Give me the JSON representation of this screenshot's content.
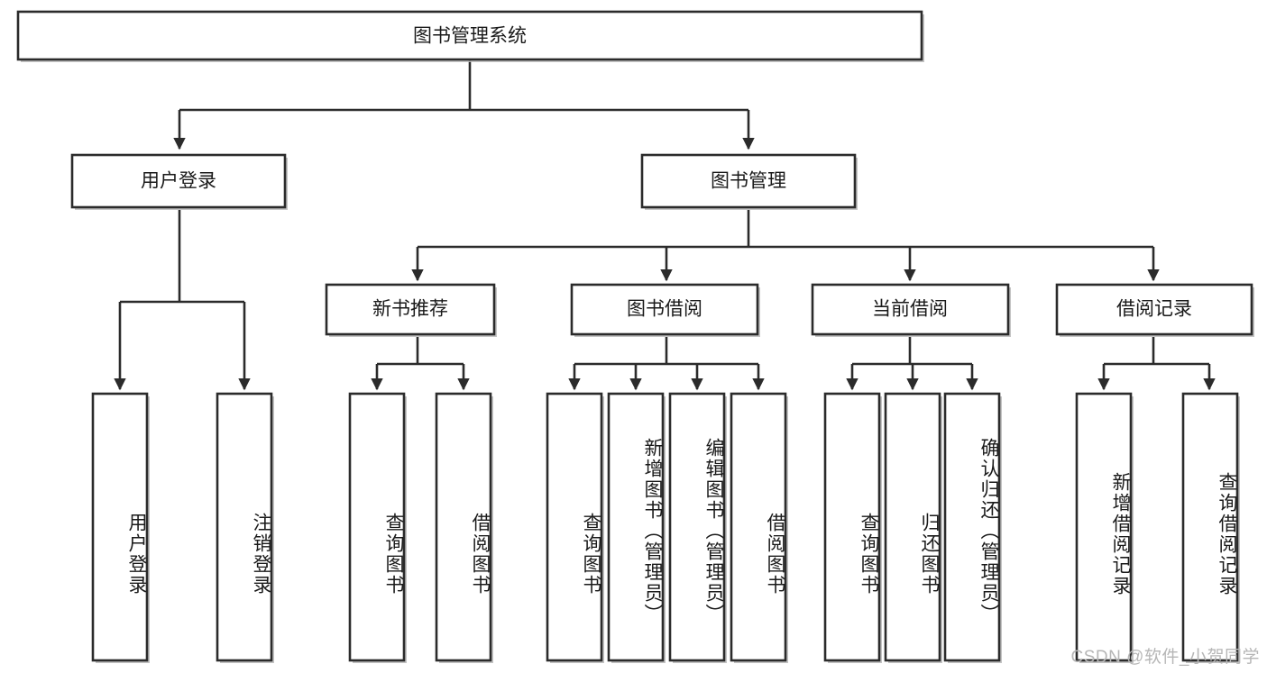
{
  "diagram": {
    "title": "图书管理系统",
    "type": "hierarchy-tree",
    "watermark": "CSDN @软件_小贺同学",
    "colors": {
      "background": "#ffffff",
      "box_fill": "#ffffff",
      "box_stroke": "#2b2b2b",
      "connector": "#2b2b2b",
      "text": "#1a1a1a",
      "watermark": "#b6b6b6"
    },
    "root": {
      "label": "图书管理系统"
    },
    "level2": [
      {
        "label": "用户登录"
      },
      {
        "label": "图书管理"
      }
    ],
    "level3": [
      {
        "label": "新书推荐"
      },
      {
        "label": "图书借阅"
      },
      {
        "label": "当前借阅"
      },
      {
        "label": "借阅记录"
      }
    ],
    "leaves": {
      "user_login": [
        {
          "label": "用户登录"
        },
        {
          "label": "注销登录"
        }
      ],
      "new_book_recommend": [
        {
          "label": "查询图书"
        },
        {
          "label": "借阅图书"
        }
      ],
      "book_borrow": [
        {
          "label": "查询图书"
        },
        {
          "label": "新增图书（管理员）"
        },
        {
          "label": "编辑图书（管理员）"
        },
        {
          "label": "借阅图书"
        }
      ],
      "current_borrow": [
        {
          "label": "查询图书"
        },
        {
          "label": "归还图书"
        },
        {
          "label": "确认归还（管理员）"
        }
      ],
      "borrow_record": [
        {
          "label": "新增借阅记录"
        },
        {
          "label": "查询借阅记录"
        }
      ]
    }
  }
}
